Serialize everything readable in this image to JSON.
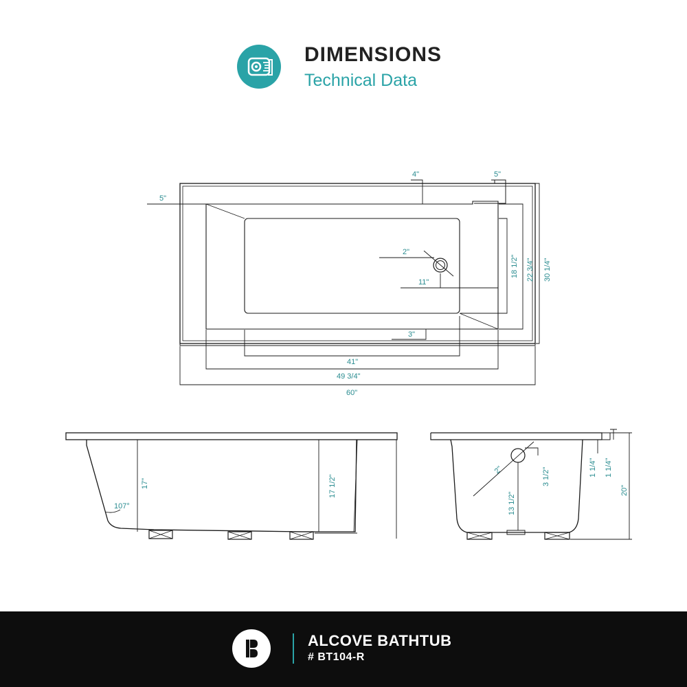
{
  "header": {
    "title": "DIMENSIONS",
    "subtitle": "Technical Data",
    "icon": "tape-measure-icon",
    "accent_color": "#2aa3a7"
  },
  "top_view": {
    "offset_left": "5\"",
    "rim_back": "4\"",
    "rim_right": "5\"",
    "drain_diameter": "2\"",
    "drain_from_wall": "11\"",
    "front_rim": "3\"",
    "floor_length": "41\"",
    "interior_length": "49 3/4\"",
    "overall_length": "60\"",
    "floor_width": "18 1/2\"",
    "interior_width": "22 3/4\"",
    "overall_width": "30 1/4\""
  },
  "side_view": {
    "depth": "17\"",
    "angle": "107°",
    "drain_side_depth": "17 1/2\""
  },
  "end_view": {
    "drain_diameter": "2\"",
    "overflow_height": "3 1/2\"",
    "drain_to_overflow": "13 1/2\"",
    "flange_height_1": "1 1/4\"",
    "flange_height_2": "1 1/4\"",
    "overall_height": "20\""
  },
  "footer": {
    "brand_logo": "brand-logo-icon",
    "product_name": "ALCOVE BATHTUB",
    "sku": "# BT104-R",
    "background": "#0d0d0d"
  }
}
